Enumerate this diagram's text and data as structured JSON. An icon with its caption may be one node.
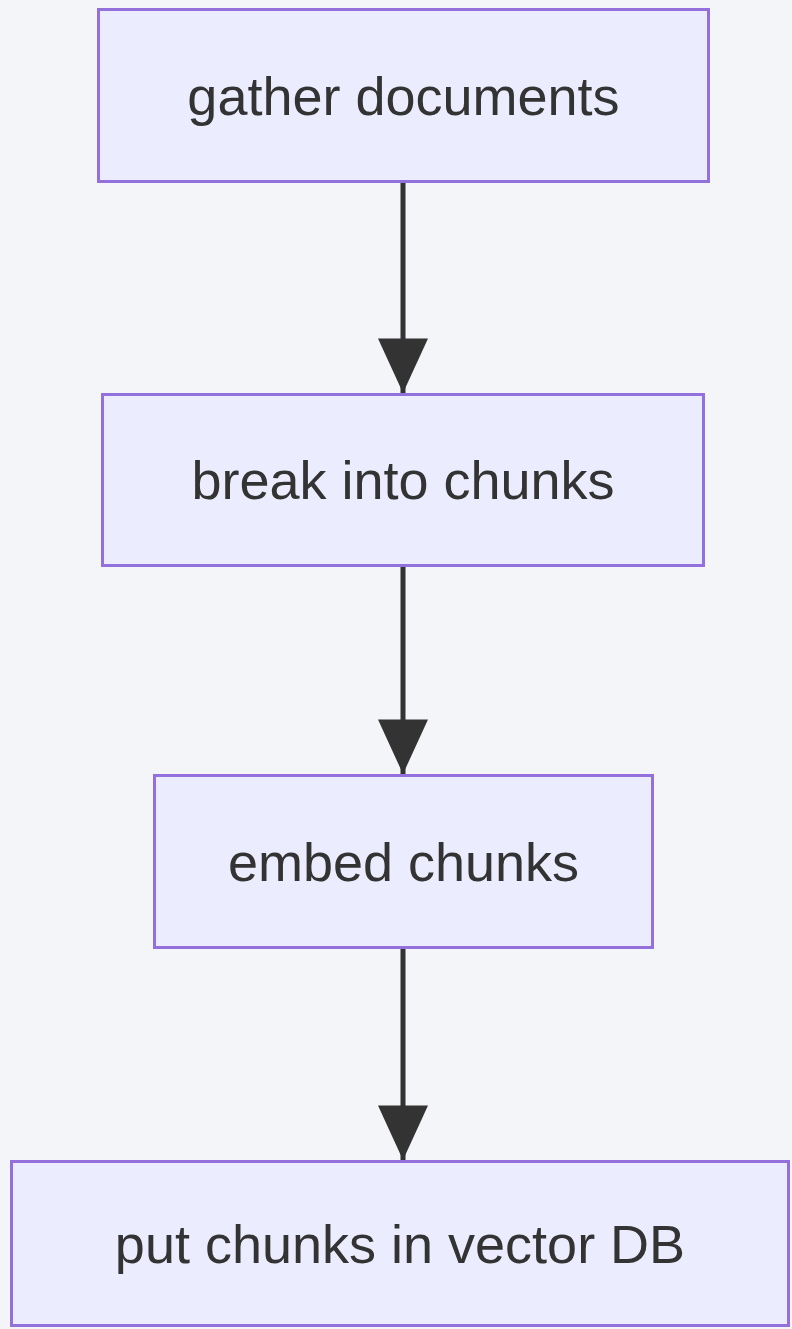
{
  "diagram": {
    "nodes": [
      {
        "text": [
          "gather documents"
        ]
      },
      {
        "text": [
          "break into chunks"
        ]
      },
      {
        "text": [
          "embed chunks"
        ]
      },
      {
        "text": [
          "put chunks in vector DB"
        ]
      }
    ],
    "edges": [
      {
        "from": 0,
        "to": 1,
        "arrow": "to"
      },
      {
        "from": 1,
        "to": 2,
        "arrow": "to"
      },
      {
        "from": 2,
        "to": 3,
        "arrow": "to"
      }
    ]
  }
}
